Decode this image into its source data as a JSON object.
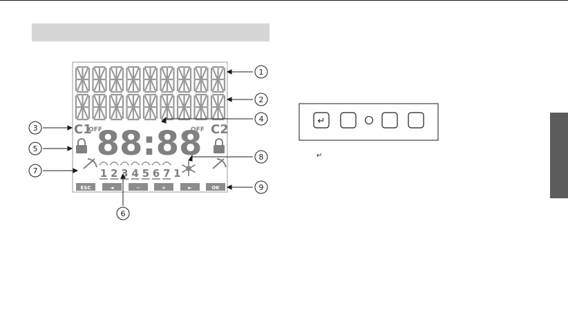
{
  "colors": {
    "lcd_segment": "#999999",
    "lcd_outline": "#999999",
    "ink": "#1a1a1a",
    "header_bar": "#d6d6d6",
    "side_tab": "#5c5c5c"
  },
  "lcd": {
    "channel1": "C1",
    "channel2": "C2",
    "off1": "ОFF",
    "off2": "ОFF",
    "time": "88:88",
    "days": [
      "1",
      "2",
      "3",
      "4",
      "5",
      "6",
      "7",
      "1"
    ],
    "buttons": [
      "ESC",
      "◄",
      "−",
      "+",
      "►",
      "OK"
    ]
  },
  "callouts": [
    "1",
    "2",
    "3",
    "4",
    "5",
    "6",
    "7",
    "8",
    "9"
  ],
  "panel": {
    "enter_symbol": "↵"
  },
  "enter_caption": "↵"
}
